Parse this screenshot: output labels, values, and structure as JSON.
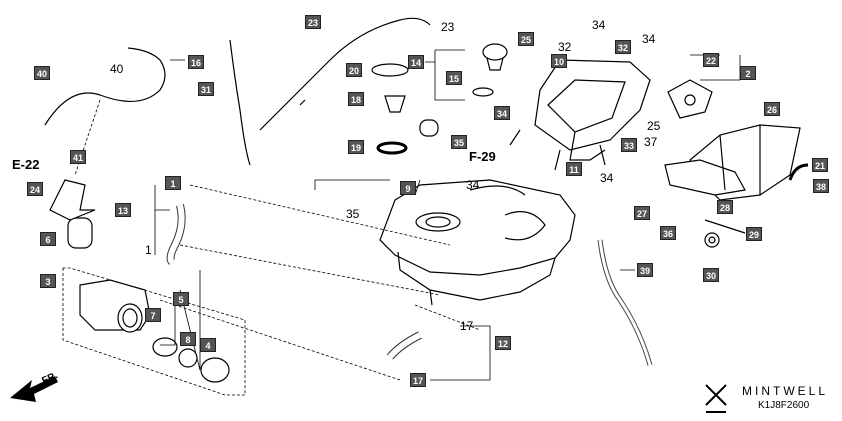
{
  "callouts": {
    "c40": "40",
    "c16": "16",
    "c31": "31",
    "c23": "23",
    "c41": "41",
    "c24": "24",
    "c6": "6",
    "c3": "3",
    "c1": "1",
    "c13": "13",
    "c5": "5",
    "c7": "7",
    "c8": "8",
    "c4": "4",
    "c20": "20",
    "c14": "14",
    "c15": "15",
    "c18": "18",
    "c19": "19",
    "c25": "25",
    "c10": "10",
    "c32a": "32",
    "c22": "22",
    "c2": "2",
    "c34": "34",
    "c35": "35",
    "c26": "26",
    "c33": "33",
    "c11": "11",
    "c9": "9",
    "c27": "27",
    "c28": "28",
    "c21": "21",
    "c38": "38",
    "c36": "36",
    "c29": "29",
    "c30": "30",
    "c39": "39",
    "c12": "12",
    "c17": "17"
  },
  "plain_labels": {
    "p23": "23",
    "p40": "40",
    "p1": "1",
    "p34a": "34",
    "p32": "32",
    "p34b": "34",
    "p34c": "34",
    "p25": "25",
    "p37": "37",
    "p34d": "34",
    "p35": "35",
    "p17": "17"
  },
  "refs": {
    "e22": "E-22",
    "f29": "F-29"
  },
  "direction_marker": "FR.",
  "brand": "MINTWELL",
  "diagram_code": "K1J8F2600"
}
